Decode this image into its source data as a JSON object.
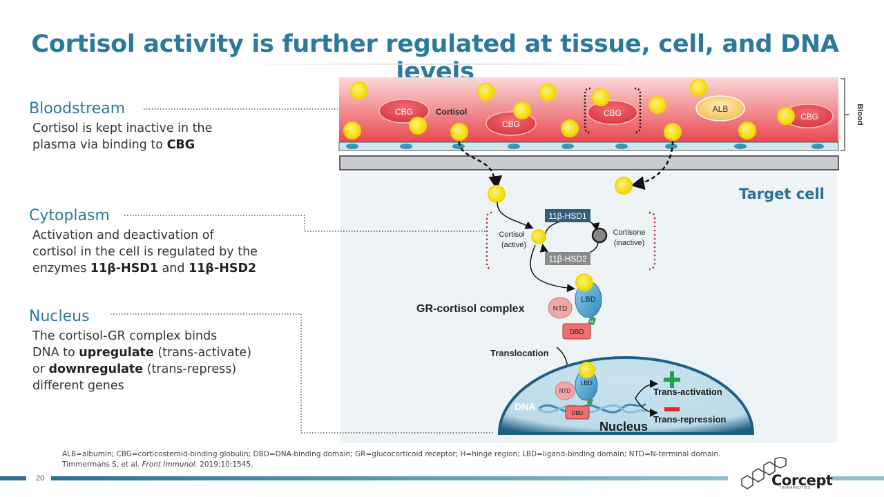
{
  "title": "Cortisol activity is further regulated at tissue, cell, and DNA levels",
  "sections": {
    "bloodstream": {
      "heading": "Bloodstream",
      "line1": "Cortisol is kept inactive in the",
      "line2_pre": "plasma via binding to ",
      "line2_bold": "CBG"
    },
    "cytoplasm": {
      "heading": "Cytoplasm",
      "line1": "Activation and deactivation of",
      "line2": "cortisol in the cell is regulated by the",
      "line3_pre": "enzymes ",
      "line3_bold1": "11β-HSD1",
      "line3_mid": " and ",
      "line3_bold2": "11β-HSD2"
    },
    "nucleus": {
      "heading": "Nucleus",
      "line1": "The cortisol-GR complex binds",
      "line2_pre": "DNA to ",
      "line2_bold": "upregulate",
      "line2_post": " (trans-activate)",
      "line3_pre": "or ",
      "line3_bold": "downregulate",
      "line3_post": " (trans-repress)",
      "line4": "different genes"
    }
  },
  "diagram": {
    "cbg": "CBG",
    "cortisol_label": "Cortisol",
    "alb": "ALB",
    "blood": "Blood",
    "target_cell": "Target cell",
    "hsd1": "11β-HSD1",
    "hsd2": "11β-HSD2",
    "cortisol_active_1": "Cortisol",
    "cortisol_active_2": "(active)",
    "cortisone_1": "Cortisone",
    "cortisone_2": "(inactive)",
    "gr_complex": "GR-cortisol complex",
    "ntd": "NTD",
    "lbd": "LBD",
    "dbd": "DBD",
    "hinge": "H",
    "translocation": "Translocation",
    "dna": "DNA",
    "nucleus": "Nucleus",
    "trans_activation": "Trans-activation",
    "trans_repression": "Trans-repression"
  },
  "footnote": {
    "line1": "ALB=albumin; CBG=corticosteroid-binding globulin; DBD=DNA-binding domain; GR=glucocorticoid receptor; H=hinge region; LBD=ligand-binding domain; NTD=N-terminal domain.",
    "line2_pre": "Timmermans S, et al. ",
    "line2_journal": "Front Immunol.",
    "line2_post": " 2019;10:1545."
  },
  "page_number": "20",
  "logo": {
    "name": "Corcept",
    "sub": "THERAPEUTICS"
  },
  "colors": {
    "title": "#2b7a9b",
    "cortisol": "#f5e400",
    "blood": "#e9545a",
    "cbg": "#e0404a",
    "nucleus": "#1f5f85",
    "plus": "#22a34a",
    "minus": "#e02a2a"
  }
}
